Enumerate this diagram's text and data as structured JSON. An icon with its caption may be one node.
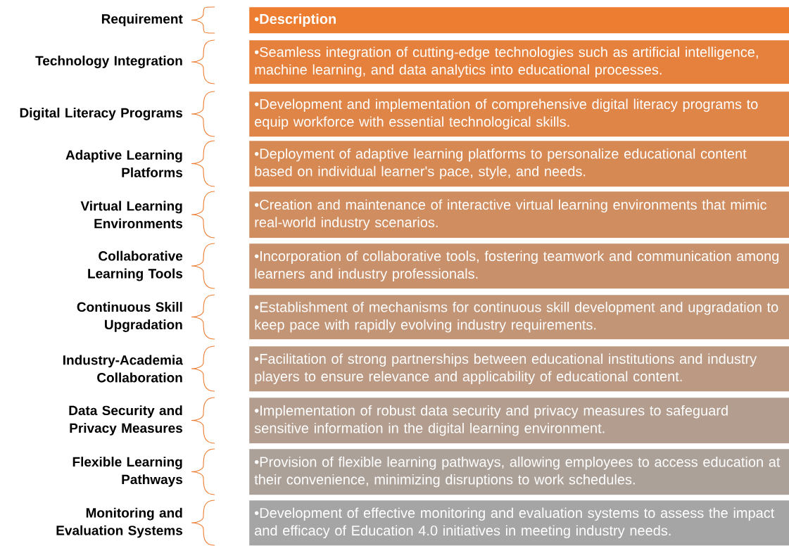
{
  "diagram": {
    "nodes": [
      {
        "text": [
          "Requirement"
        ]
      },
      {
        "text": [
          "•Description"
        ]
      },
      {
        "text": [
          "Technology Integration"
        ]
      },
      {
        "text": [
          "•Seamless integration of cutting-edge technologies such as artificial intelligence, machine learning, and data analytics into educational processes."
        ]
      },
      {
        "text": [
          "Digital Literacy Programs"
        ]
      },
      {
        "text": [
          "•Development and implementation of comprehensive digital literacy programs to equip workforce with essential technological skills."
        ]
      },
      {
        "text": [
          "Adaptive Learning Platforms"
        ]
      },
      {
        "text": [
          "•Deployment of adaptive learning platforms to personalize educational content based on individual learner's pace, style, and needs."
        ]
      },
      {
        "text": [
          "Virtual Learning Environments"
        ]
      },
      {
        "text": [
          "•Creation and maintenance of interactive virtual learning environments that mimic real-world industry scenarios."
        ]
      },
      {
        "text": [
          "Collaborative Learning Tools"
        ]
      },
      {
        "text": [
          "•Incorporation of collaborative tools, fostering teamwork and communication among learners and industry professionals."
        ]
      },
      {
        "text": [
          "Continuous Skill Upgradation"
        ]
      },
      {
        "text": [
          "•Establishment of mechanisms for continuous skill development and upgradation to keep pace with rapidly evolving industry requirements."
        ]
      },
      {
        "text": [
          "Industry-Academia Collaboration"
        ]
      },
      {
        "text": [
          "•Facilitation of strong partnerships between educational institutions and industry players to ensure relevance and applicability of educational content."
        ]
      },
      {
        "text": [
          "Data Security and Privacy Measures"
        ]
      },
      {
        "text": [
          "•Implementation of robust data security and privacy measures to safeguard sensitive information in the digital learning environment."
        ]
      },
      {
        "text": [
          "Flexible Learning Pathways"
        ]
      },
      {
        "text": [
          "•Provision of flexible learning pathways, allowing employees to access education at their convenience, minimizing disruptions to work schedules."
        ]
      },
      {
        "text": [
          "Monitoring and Evaluation Systems"
        ]
      },
      {
        "text": [
          "•Development of effective monitoring and evaluation systems to assess the impact and efficacy of Education 4.0 initiatives in meeting industry needs."
        ]
      }
    ]
  }
}
